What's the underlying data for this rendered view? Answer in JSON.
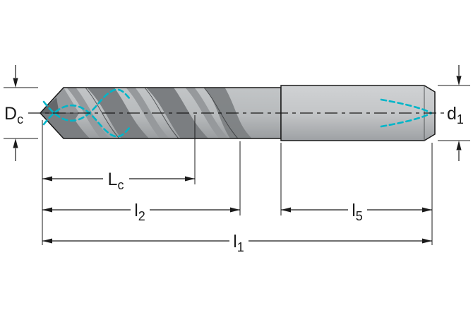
{
  "diagram": {
    "labels": {
      "dc": {
        "main": "D",
        "sub": "c"
      },
      "d1": {
        "main": "d",
        "sub": "1"
      },
      "lc": {
        "main": "L",
        "sub": "c"
      },
      "l2": {
        "main": "l",
        "sub": "2"
      },
      "l5": {
        "main": "l",
        "sub": "5"
      },
      "l1": {
        "main": "l",
        "sub": "1"
      }
    },
    "colors": {
      "coolant": "#00b5c8",
      "line": "#1a1a1a",
      "body_light": "#b7babc",
      "body_mid": "#96999c",
      "body_dark": "#7b7e81",
      "shank": "#c4c6c8",
      "background": "#ffffff"
    }
  }
}
